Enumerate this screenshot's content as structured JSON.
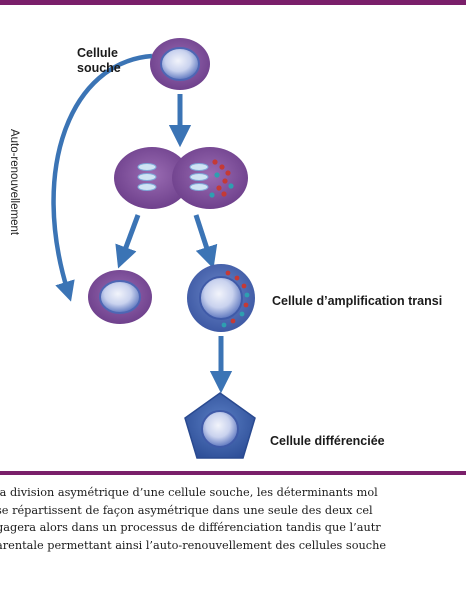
{
  "labels": {
    "stem_cell": "Cellule souche",
    "self_renewal": "Auto-renouvellement",
    "transit_amplifying": "Cellule d’amplification transi",
    "differentiated": "Cellule différenciée"
  },
  "caption_lines": [
    "la division asymétrique d’une cellule souche, les déterminants mol",
    " se répartissent de façon asymétrique dans une seule des deux cel",
    "gagera alors dans un processus de différenciation tandis que l’autr",
    "arentale permettant ainsi l’auto-renouvellement des cellules souche"
  ],
  "colors": {
    "accent_rule": "#7a1f6a",
    "cell_purple": "#7d4b99",
    "nucleus_blue": "#4e66b4",
    "arrow_blue": "#3b74b5",
    "determinant_red": "#c43a36",
    "determinant_teal": "#2e9fb0"
  }
}
